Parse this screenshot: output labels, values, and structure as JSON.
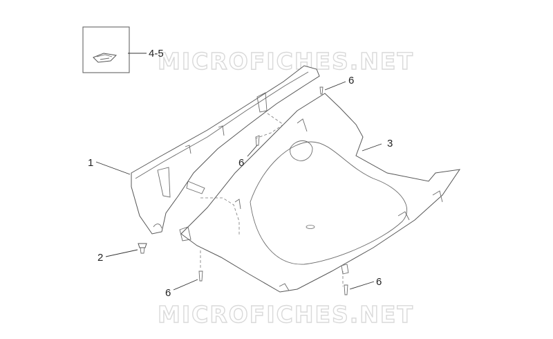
{
  "watermark": "MICROFICHES.NET",
  "callouts": {
    "part_1": "1",
    "part_2": "2",
    "part_3": "3",
    "part_4_5": "4-5",
    "part_6_top": "6",
    "part_6_mid": "6",
    "part_6_bottom_left": "6",
    "part_6_bottom_right": "6"
  }
}
